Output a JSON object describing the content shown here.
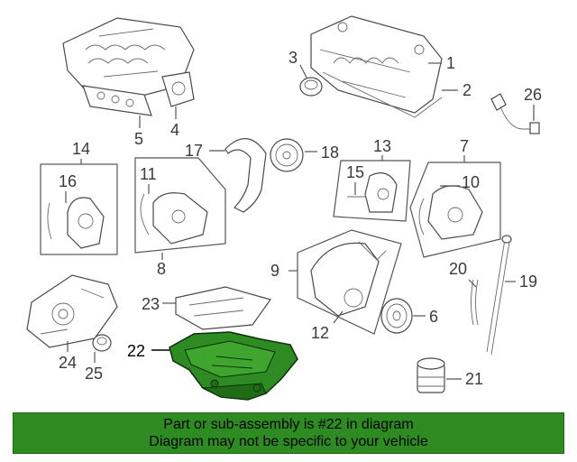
{
  "callouts": [
    {
      "id": "1",
      "label": "1"
    },
    {
      "id": "2",
      "label": "2"
    },
    {
      "id": "3",
      "label": "3"
    },
    {
      "id": "4",
      "label": "4"
    },
    {
      "id": "5",
      "label": "5"
    },
    {
      "id": "6",
      "label": "6"
    },
    {
      "id": "7",
      "label": "7"
    },
    {
      "id": "8",
      "label": "8"
    },
    {
      "id": "9",
      "label": "9"
    },
    {
      "id": "10",
      "label": "10"
    },
    {
      "id": "11",
      "label": "11"
    },
    {
      "id": "12",
      "label": "12"
    },
    {
      "id": "13",
      "label": "13"
    },
    {
      "id": "14",
      "label": "14"
    },
    {
      "id": "15",
      "label": "15"
    },
    {
      "id": "16",
      "label": "16"
    },
    {
      "id": "17",
      "label": "17"
    },
    {
      "id": "18",
      "label": "18"
    },
    {
      "id": "19",
      "label": "19"
    },
    {
      "id": "20",
      "label": "20"
    },
    {
      "id": "21",
      "label": "21"
    },
    {
      "id": "22",
      "label": "22"
    },
    {
      "id": "23",
      "label": "23"
    },
    {
      "id": "24",
      "label": "24"
    },
    {
      "id": "25",
      "label": "25"
    },
    {
      "id": "26",
      "label": "26"
    }
  ],
  "highlighted_part": "22",
  "highlight_color": "#2e8b22",
  "banner": {
    "line1": "Part or sub-assembly is #22 in diagram",
    "line2": "Diagram may not be specific to your vehicle",
    "background": "#2e8b22"
  }
}
